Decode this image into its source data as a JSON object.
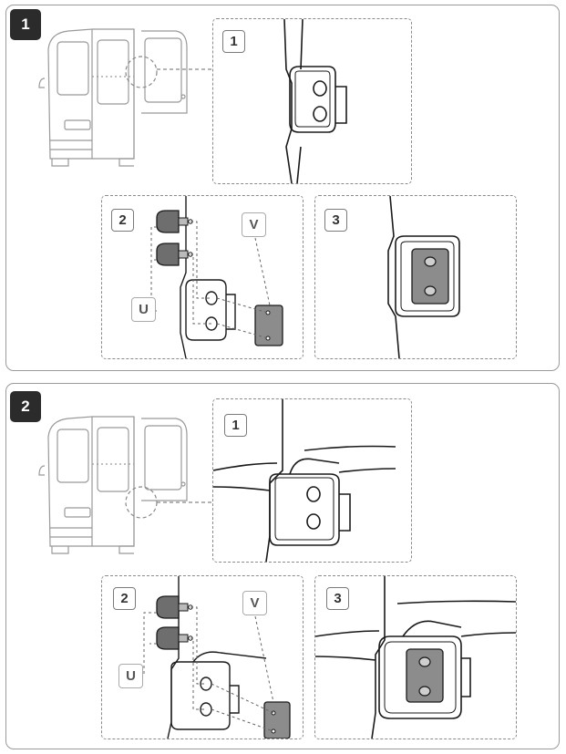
{
  "steps": [
    {
      "badge": "1",
      "detail_labels": [
        "1",
        "2",
        "3"
      ],
      "part_labels": {
        "bolt": "U",
        "plate": "V"
      }
    },
    {
      "badge": "2",
      "detail_labels": [
        "1",
        "2",
        "3"
      ],
      "part_labels": {
        "bolt": "U",
        "plate": "V"
      }
    }
  ],
  "colors": {
    "badge": "#2b2b2b",
    "plate": "#8c8c8c",
    "line": "#1a1a1a",
    "dash": "#8a8a8a"
  },
  "icons": [
    "van-rear-doors-illustration",
    "hinge-illustration",
    "bolt-illustration",
    "cover-plate-illustration"
  ]
}
